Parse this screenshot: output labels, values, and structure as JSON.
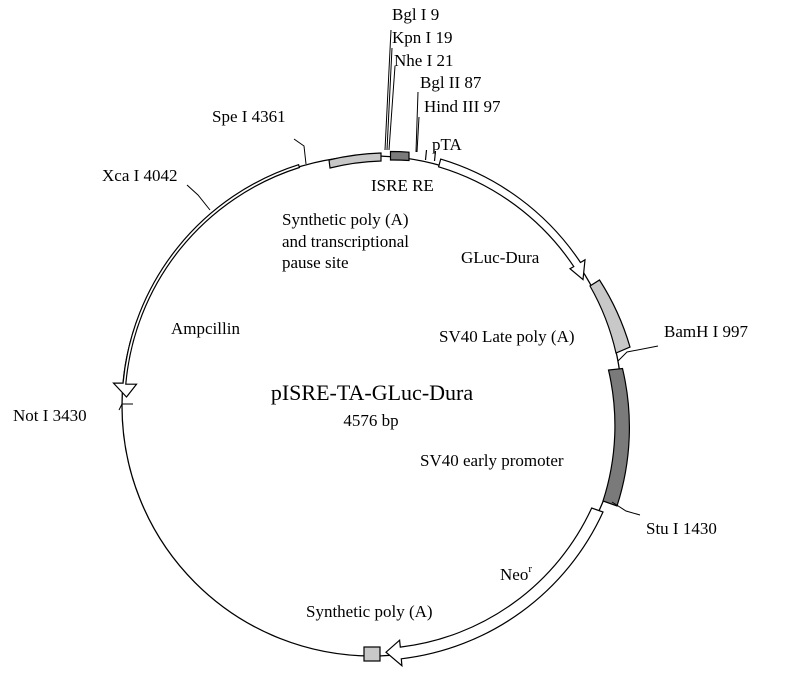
{
  "plasmid": {
    "name": "pISRE-TA-GLuc-Dura",
    "size": "4576 bp"
  },
  "restriction_sites": {
    "bgl1": "Bgl I 9",
    "kpn1": "Kpn I 19",
    "nhe1": "Nhe I 21",
    "bgl2": "Bgl II 87",
    "hind3": "Hind III 97",
    "spe1": "Spe I 4361",
    "xca1": "Xca I 4042",
    "not1": "Not I 3430",
    "bamh1": "BamH I 997",
    "stu1": "Stu I 1430"
  },
  "features": {
    "pta": "pTA",
    "isre": "ISRE RE",
    "synthetic_polya_pause": [
      "Synthetic poly (A)",
      "and transcriptional",
      "pause site"
    ],
    "gluc": "GLuc-Dura",
    "sv40_late": "SV40 Late poly (A)",
    "ampicillin": "Ampcillin",
    "sv40_early": "SV40 early promoter",
    "neo": "Neo",
    "neo_sup": "r",
    "synthetic_polya": "Synthetic poly (A)"
  },
  "colors": {
    "light_gray": "#c8c8c8",
    "dark_gray": "#7a7a7a",
    "outline": "#000000",
    "arrow_fill": "#ffffff"
  }
}
